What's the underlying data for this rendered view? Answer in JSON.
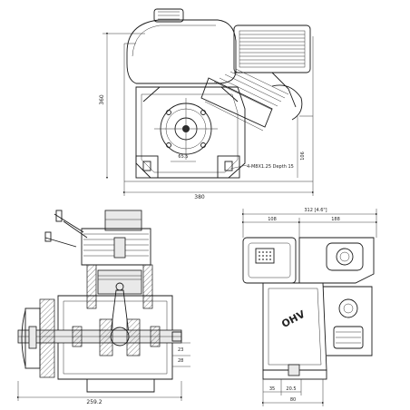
{
  "views": {
    "front": {
      "height_dim": "360",
      "width_dim": "380",
      "offset_dim": "65.5",
      "side_dim": "106",
      "thread_note": "4-M8X1.25 Depth 15"
    },
    "section": {
      "dim_a": "23",
      "dim_b": "28",
      "bottom_dim": "259.2"
    },
    "side": {
      "overall_dim": "312 [4.6\"]",
      "left_dim": "108",
      "right_dim": "188",
      "brand_text": "OHV",
      "bottom_dims": [
        "35",
        "20.5",
        "80"
      ]
    }
  }
}
